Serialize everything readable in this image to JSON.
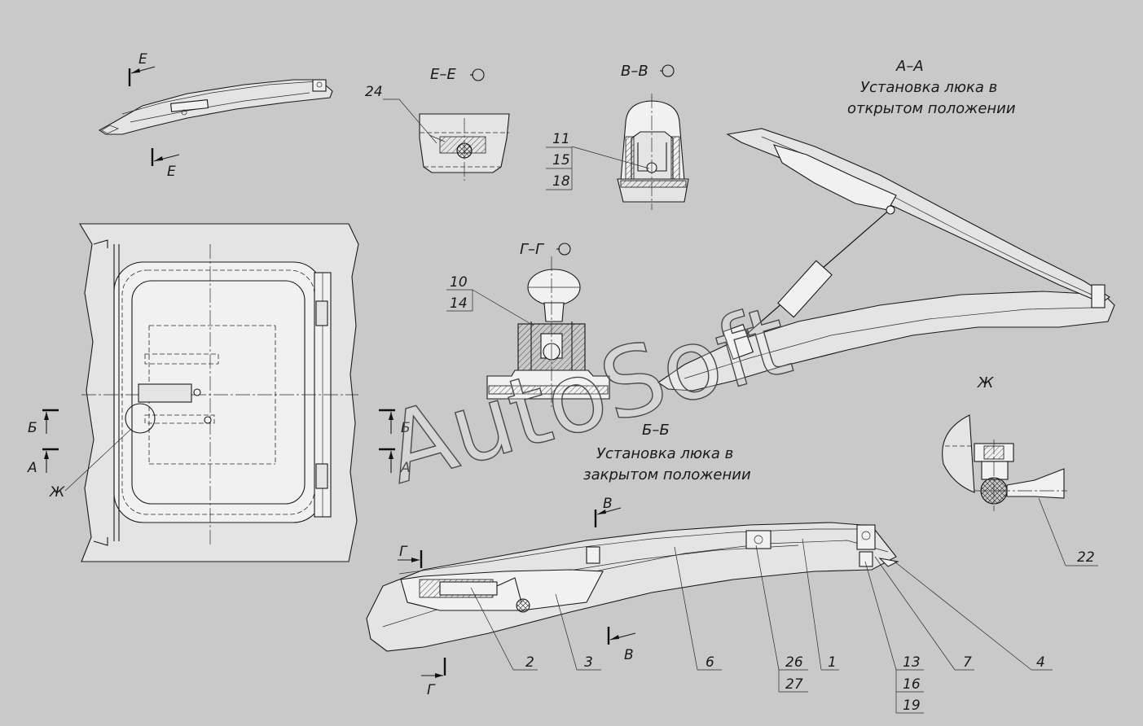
{
  "watermark": "AutoSoft",
  "sections": {
    "aa_title": "А–А",
    "aa_line1": "Установка люка в",
    "aa_line2": "открытом положении",
    "bb_title": "Б–Б",
    "bb_line1": "Установка люка в",
    "bb_line2": "закрытом положении",
    "ee_title": "Е–Е",
    "vv_title": "В–В",
    "gg_title": "Г–Г",
    "zh_title": "Ж"
  },
  "cut_marks": {
    "e_top": "Е",
    "e_bottom": "Е",
    "b_left": "Б",
    "b_right": "Б",
    "a_left": "А",
    "a_right": "А",
    "zh_callout": "Ж",
    "v_top": "В",
    "v_bottom": "В",
    "g_top": "Г",
    "g_bottom": "Г"
  },
  "callouts": {
    "p24": "24",
    "p11": "11",
    "p15": "15",
    "p18": "18",
    "p10": "10",
    "p14": "14",
    "p22": "22",
    "p2": "2",
    "p3": "3",
    "p6": "6",
    "p26": "26",
    "p27": "27",
    "p1": "1",
    "p13": "13",
    "p16": "16",
    "p19": "19",
    "p7": "7",
    "p4": "4"
  }
}
